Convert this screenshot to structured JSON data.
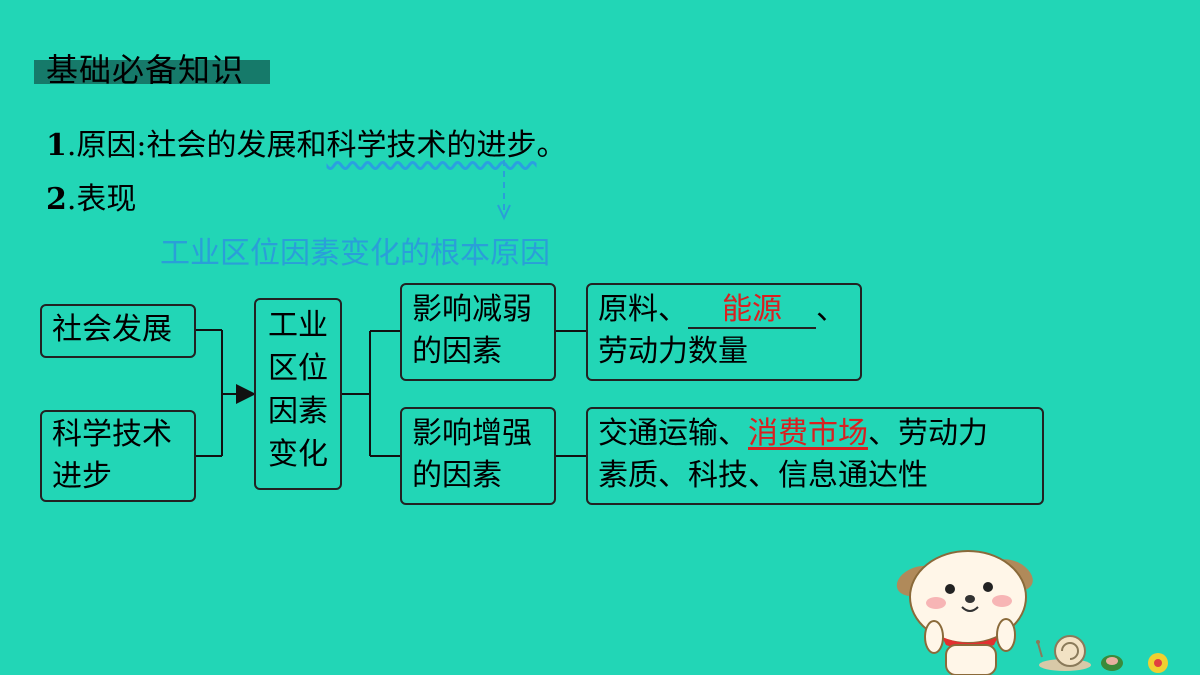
{
  "heading": "基础必备知识",
  "point1": {
    "num": "1",
    "label": ".原因:",
    "pre": "社会的发展和",
    "emph": "科学技术的进步",
    "end": "。"
  },
  "point2": {
    "num": "2",
    "label": ".表现"
  },
  "annotation": "工业区位因素变化的根本原因",
  "diagram": {
    "left_top": "社会发展",
    "left_bottom": [
      "科学技术",
      "进步"
    ],
    "center": [
      "工业",
      "区位",
      "因素",
      "变化"
    ],
    "weaken_label": [
      "影响减弱",
      "的因素"
    ],
    "weaken_detail": {
      "pre": "原料、",
      "blank": "能源",
      "post": "、",
      "line2": "劳动力数量"
    },
    "strengthen_label": [
      "影响增强",
      "的因素"
    ],
    "strengthen_detail": {
      "pre": "交通运输、",
      "blank": "消费市场",
      "post": "、劳动力",
      "line2": "素质、科技、信息通达性"
    }
  },
  "colors": {
    "background": "#22d6b6",
    "heading_bar": "#167a6a",
    "annotation": "#2a9fd8",
    "answer": "#d92020"
  }
}
